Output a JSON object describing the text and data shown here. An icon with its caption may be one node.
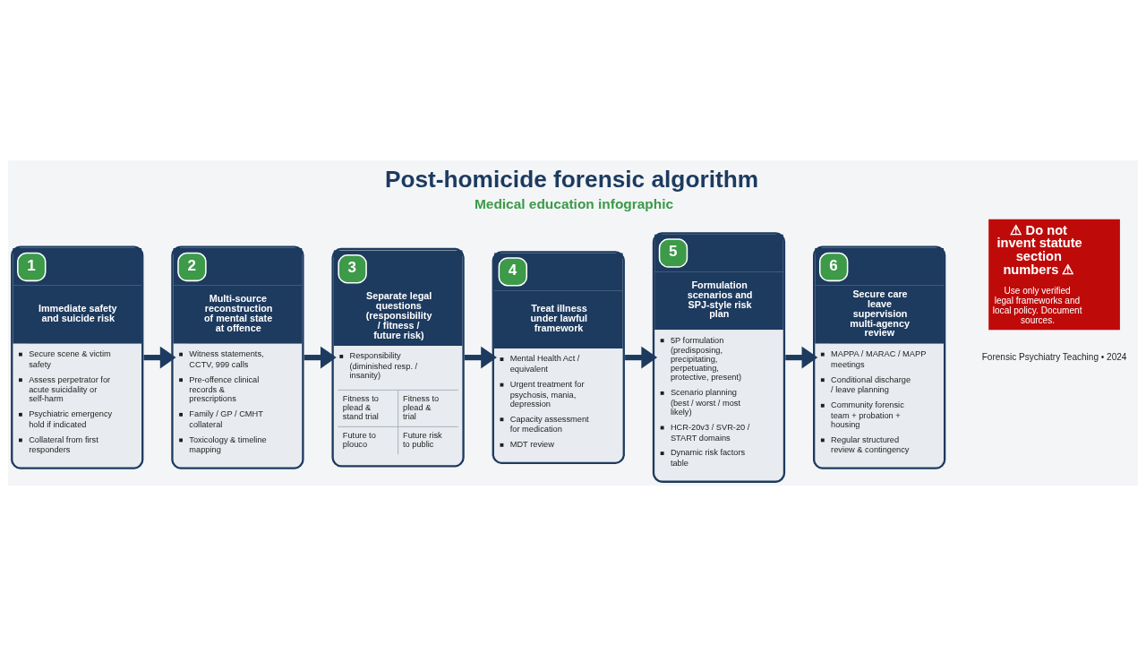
{
  "diagram": {
    "title": "Post-homicide forensic algorithm",
    "caption": "Medical education infographic",
    "nodes": [
      {
        "text": [
          "1",
          "Immediate safety and suicide risk",
          "Secure scene & victim safety",
          "Assess perpetrator for acute suicidality or self-harm",
          "Psychiatric emergency hold if indicated",
          "Collateral from first responders"
        ]
      },
      {
        "text": [
          "2",
          "Multi-source reconstruction of mental state at offence",
          "Witness statements, CCTV, 999 calls",
          "Pre-offence clinical records & prescriptions",
          "Family / GP / CMHT collateral",
          "Toxicology & timeline mapping"
        ]
      },
      {
        "text": [
          "3",
          "Separate legal questions (responsibility / fitness / future risk)",
          "Responsibility (diminished resp. / insanity)",
          "Fitness to plead & stand trial",
          "Fitness to plead & trial",
          "Future to plouco",
          "Future risk to public"
        ]
      },
      {
        "text": [
          "4",
          "Treat illness under lawful framework",
          "Mental Health Act / equivalent",
          "Urgent treatment for psychosis, mania, depression",
          "Capacity assessment for medication",
          "MDT review"
        ]
      },
      {
        "text": [
          "5",
          "Formulation scenarios and SPJ-style risk plan",
          "5P formulation (predisposing, precipitating, perpetuating, protective, present)",
          "Scenario planning (best / worst / most likely)",
          "HCR-20v3 / SVR-20 / START domains",
          "Dynamic risk factors table"
        ]
      },
      {
        "text": [
          "6",
          "Secure care leave supervision multi-agency review",
          "MAPPA / MARAC / MAPP meetings",
          "Conditional discharge / leave planning",
          "Community forensic team + probation + housing",
          "Regular structured review & contingency"
        ]
      },
      {
        "text": [
          "⚠ Do not invent statute section numbers ⚠",
          "Use only verified legal frameworks and local policy. Document sources."
        ]
      }
    ],
    "edges": [
      {
        "from": 0,
        "to": 1,
        "arrow": "to"
      },
      {
        "from": 1,
        "to": 2,
        "arrow": "to"
      },
      {
        "from": 2,
        "to": 3,
        "arrow": "to"
      },
      {
        "from": 3,
        "to": 4,
        "arrow": "to"
      },
      {
        "from": 4,
        "to": 5,
        "arrow": "to"
      }
    ],
    "labels": [
      "Forensic Psychiatry Teaching • 2024"
    ]
  }
}
